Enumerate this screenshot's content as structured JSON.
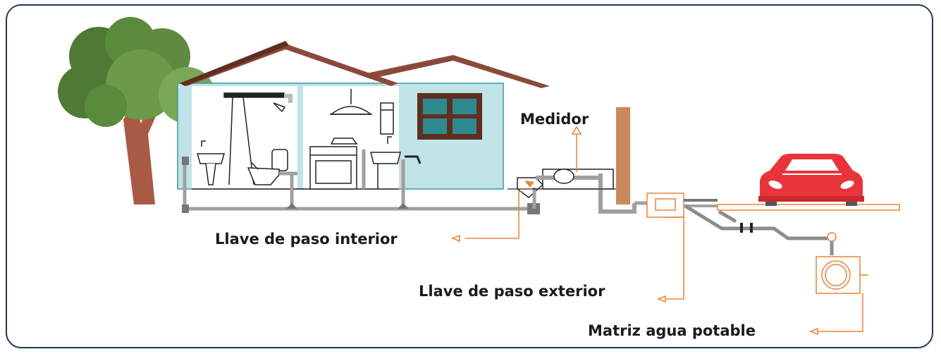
{
  "labels": {
    "meter": "Medidor",
    "inner_valve": "Llave de paso interior",
    "outer_valve": "Llave de paso exterior",
    "water_main": "Matriz agua potable"
  },
  "colors": {
    "frame_border": "#1f3a56",
    "wall": "#bfe3e6",
    "roof": "#8a4a3a",
    "pipe": "#8d8d8d",
    "callout": "#e8843c",
    "car": "#e8343a",
    "tree_leaves": "#5f8a40",
    "tree_trunk": "#a95a45",
    "post": "#c98a5f"
  }
}
